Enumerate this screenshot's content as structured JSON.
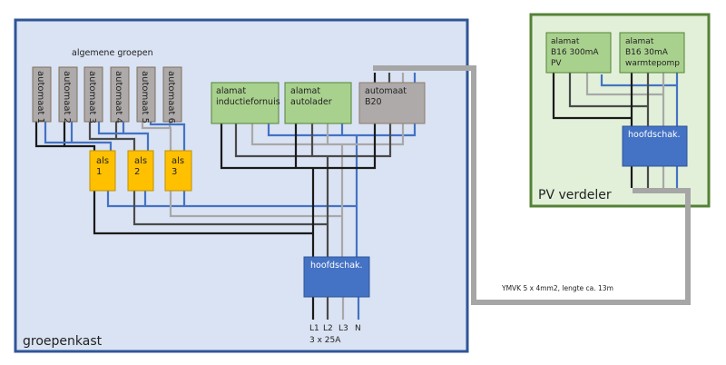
{
  "groepenkast": {
    "label": "groepenkast",
    "section_label": "algemene groepen",
    "automaten": [
      "automaat 1",
      "automaat 2",
      "automaat 3",
      "automaat 4",
      "automaat 5",
      "automaat 6"
    ],
    "als": [
      {
        "line1": "als",
        "line2": "1"
      },
      {
        "line1": "als",
        "line2": "2"
      },
      {
        "line1": "als",
        "line2": "3"
      }
    ],
    "alamat_inductie": {
      "line1": "alamat",
      "line2": "inductiefornuis"
    },
    "alamat_autolader": {
      "line1": "alamat",
      "line2": "autolader"
    },
    "automaat_b20": {
      "line1": "automaat",
      "line2": "B20"
    },
    "hoofdschakelaar": "hoofdschak.",
    "phases": [
      "L1",
      "L2",
      "L3",
      "N"
    ],
    "supply": "3 x 25A"
  },
  "pv_verdeler": {
    "label": "PV verdeler",
    "alamat_pv": {
      "line1": "alamat",
      "line2": "B16 300mA",
      "line3": "PV"
    },
    "alamat_warmtepomp": {
      "line1": "alamat",
      "line2": "B16 30mA",
      "line3": "warmtepomp"
    },
    "hoofdschakelaar": "hoofdschak."
  },
  "cable": {
    "label": "YMVK 5 x 4mm2, lengte ca. 13m"
  },
  "colors": {
    "L1": "#1a1a1a",
    "L2": "#4a4a4a",
    "L3": "#a8a8a8",
    "N": "#4472c4",
    "cable": "#a6a6a6",
    "groepenkast_bg": "#dae3f3",
    "groepenkast_border": "#2f5597",
    "pv_bg": "#e2f0d9",
    "pv_border": "#548235",
    "alamat_fill": "#a9d18e",
    "automaat_fill": "#aeaaaa",
    "als_fill": "#ffc000",
    "hoofdschak_fill": "#4472c4"
  }
}
